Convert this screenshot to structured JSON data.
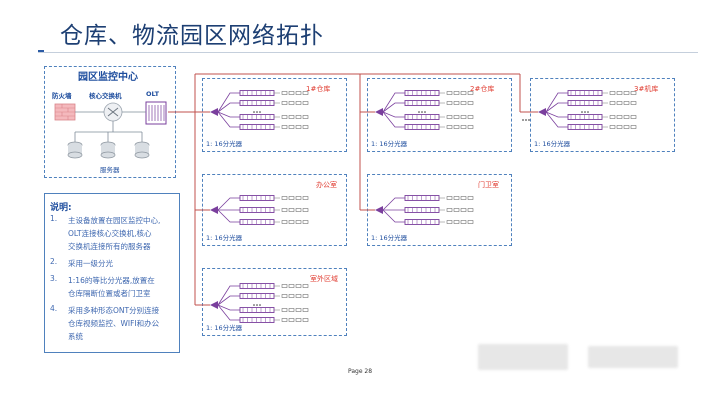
{
  "title": "仓库、物流园区网络拓扑",
  "page": "Page 28",
  "colors": {
    "title": "#1d3f73",
    "accent": "#7a3f9d",
    "line": "#c0504d",
    "box": "#4f81bd",
    "label_red": "#e03c31"
  },
  "center": {
    "title": "园区监控中心",
    "firewall": "防火墙",
    "core_switch": "核心交换机",
    "olt": "OLT",
    "server": "服务器"
  },
  "splitter_label": "1: 16分光器",
  "zones": [
    {
      "name": "1#仓库",
      "label": "1: 16分光器"
    },
    {
      "name": "2#仓库",
      "label": "1: 16分光器"
    },
    {
      "name": "3#机库",
      "label": "1: 16分光器"
    },
    {
      "name": "办公室",
      "label": "1: 16分光器"
    },
    {
      "name": "门卫室",
      "label": "1: 16分光器"
    },
    {
      "name": "室外区域",
      "label": "1: 16分光器"
    }
  ],
  "notes": {
    "title": "说明:",
    "items": [
      {
        "num": "1.",
        "lines": [
          "主设备放置在园区监控中心,",
          "OLT连接核心交换机,核心",
          "交换机连接所有的服务器"
        ]
      },
      {
        "num": "2.",
        "lines": [
          "采用一级分光"
        ]
      },
      {
        "num": "3.",
        "lines": [
          "1:16的等比分光器,放置在",
          "仓库隔断位置或者门卫室"
        ]
      },
      {
        "num": "4.",
        "lines": [
          "采用多种形态ONT分别连接",
          "仓库视频监控、WIFI和办公",
          "系统"
        ]
      }
    ]
  }
}
